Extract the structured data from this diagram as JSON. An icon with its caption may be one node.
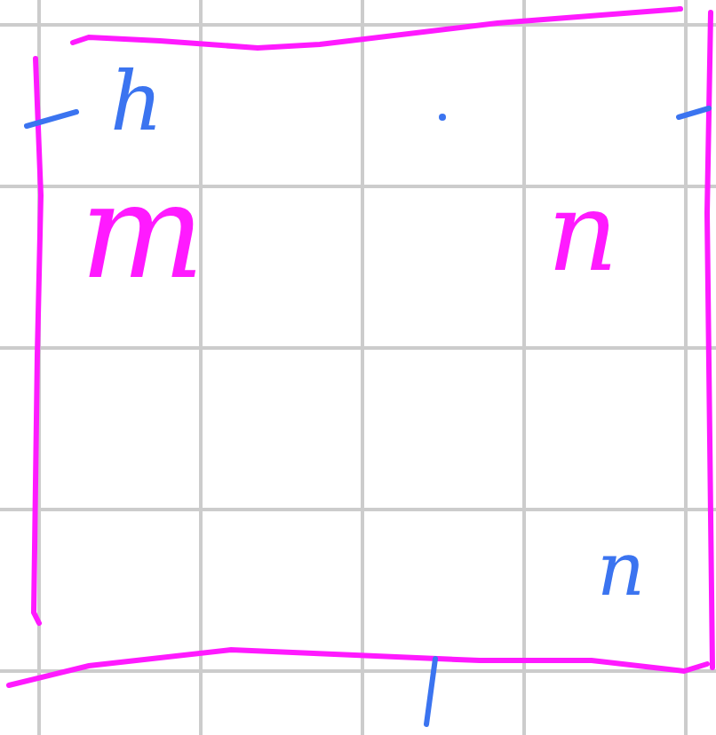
{
  "diagram": {
    "labels": [
      "h",
      "m",
      "n",
      "n"
    ]
  }
}
